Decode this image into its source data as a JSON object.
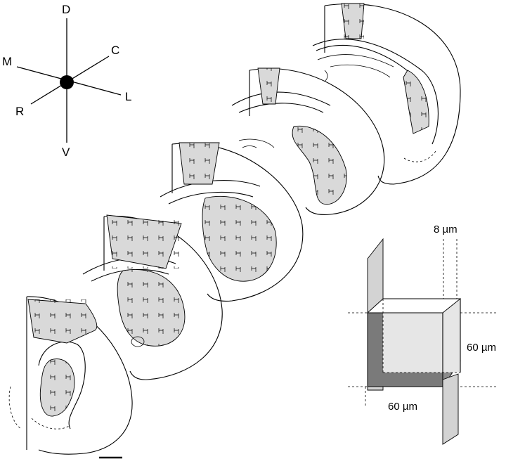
{
  "compass": {
    "dorsal": "D",
    "ventral": "V",
    "medial": "M",
    "lateral": "L",
    "caudal": "C",
    "rostral": "R"
  },
  "counting_frame": {
    "height_label": "8 µm",
    "width_label": "60 µm",
    "depth_label": "60 µm"
  },
  "colors": {
    "region_fill": "#d9d9d9",
    "frame_front_fill": "#7a7a7a",
    "frame_bottom_fill": "#8c8c8c",
    "frame_plane_fill": "#d3d3d3"
  },
  "section_count": 5,
  "scale_bar": "scale-bar"
}
